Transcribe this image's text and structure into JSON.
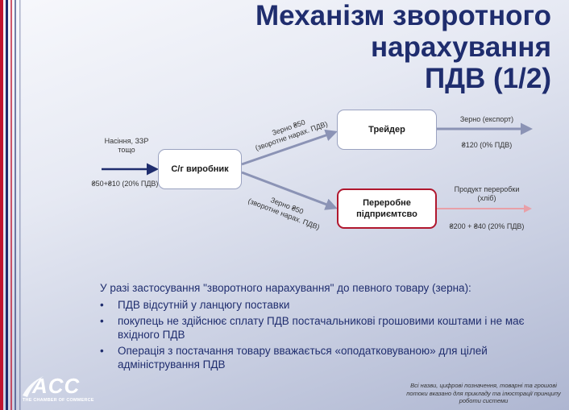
{
  "title": {
    "line1": "Механізм зворотного нарахування",
    "line2": "ПДВ (1/2)"
  },
  "colors": {
    "title": "#1f2d6e",
    "accent_red": "#b0172e",
    "arrow_gray": "#8b93b5",
    "arrow_navy": "#1f2d6e",
    "arrow_pink": "#e8a0a8"
  },
  "diagram": {
    "input_label_top": "Насіння, ЗЗР тощо",
    "input_label_bottom": "₴50+₴10 (20% ПДВ)",
    "producer": "С/г виробник",
    "trader": "Трейдер",
    "processor": "Переробне підприємтсво",
    "upper_edge_line1": "Зерно ₴50",
    "upper_edge_line2": "(зворотне нарах. ПДВ)",
    "lower_edge_line1": "Зерно ₴50",
    "lower_edge_line2": "(зворотне нарах. ПДВ)",
    "trader_out_top": "Зерно (експорт)",
    "trader_out_bottom": "₴120 (0% ПДВ)",
    "proc_out_top": "Продукт переробки (хліб)",
    "proc_out_bottom": "₴200 + ₴40 (20% ПДВ)"
  },
  "bullets": {
    "intro": "У разі застосування \"зворотного нарахування\" до певного товару (зерна):",
    "marker": "•",
    "items": [
      "ПДВ відсутній у ланцюгу поставки",
      "покупець не здійснює сплату ПДВ постачальникові грошовими коштами і не має вхідного ПДВ",
      "Операція з постачання товару вважається «оподатковуваною» для цілей адміністрування ПДВ"
    ]
  },
  "logo": {
    "name": "ACC",
    "subtitle": "THE CHAMBER OF COMMERCE"
  },
  "disclaimer": "Всі назви, цифрові позначення, товарні та грошові потоки вказано для прикладу та ілюстрації принципу роботи системи"
}
